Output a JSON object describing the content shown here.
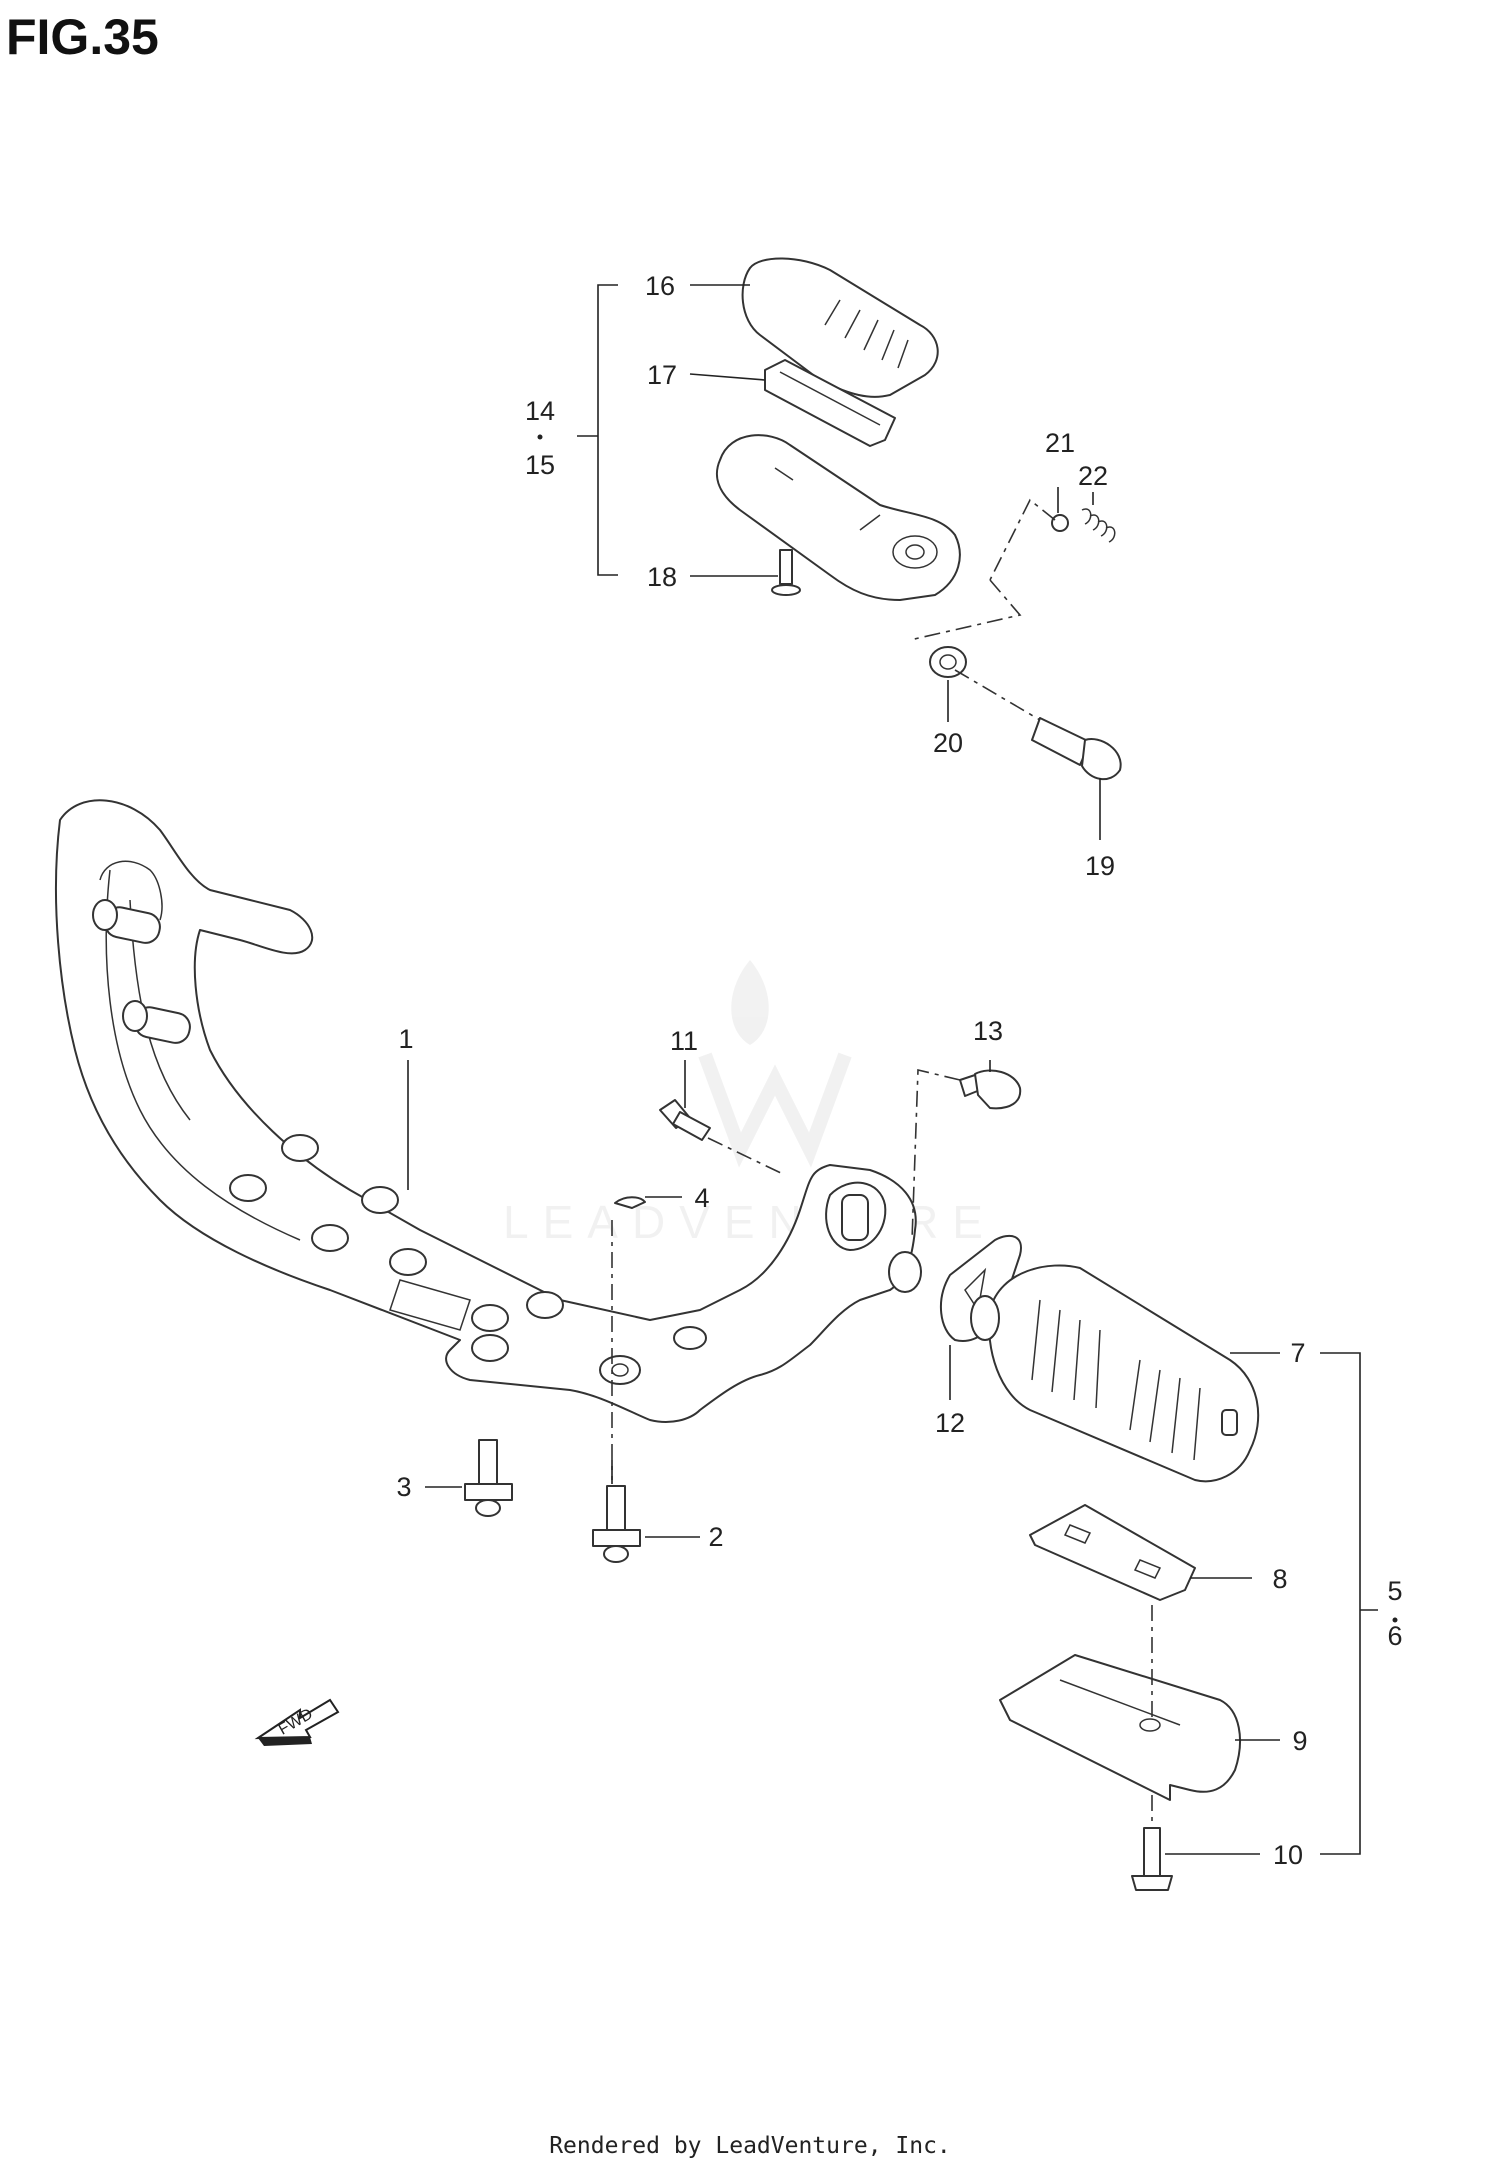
{
  "title": "FIG.35",
  "footer": "Rendered by LeadVenture, Inc.",
  "watermark": "LEADVENTURE",
  "fwd_label": "FWD",
  "callouts": [
    {
      "id": "c1",
      "label": "1"
    },
    {
      "id": "c2",
      "label": "2"
    },
    {
      "id": "c3",
      "label": "3"
    },
    {
      "id": "c4",
      "label": "4"
    },
    {
      "id": "c5",
      "label": "5"
    },
    {
      "id": "c6",
      "label": "6"
    },
    {
      "id": "c7",
      "label": "7"
    },
    {
      "id": "c8",
      "label": "8"
    },
    {
      "id": "c9",
      "label": "9"
    },
    {
      "id": "c10",
      "label": "10"
    },
    {
      "id": "c11",
      "label": "11"
    },
    {
      "id": "c12",
      "label": "12"
    },
    {
      "id": "c13",
      "label": "13"
    },
    {
      "id": "c14",
      "label": "14"
    },
    {
      "id": "c15",
      "label": "15"
    },
    {
      "id": "c16",
      "label": "16"
    },
    {
      "id": "c17",
      "label": "17"
    },
    {
      "id": "c18",
      "label": "18"
    },
    {
      "id": "c19",
      "label": "19"
    },
    {
      "id": "c20",
      "label": "20"
    },
    {
      "id": "c21",
      "label": "21"
    },
    {
      "id": "c22",
      "label": "22"
    }
  ]
}
